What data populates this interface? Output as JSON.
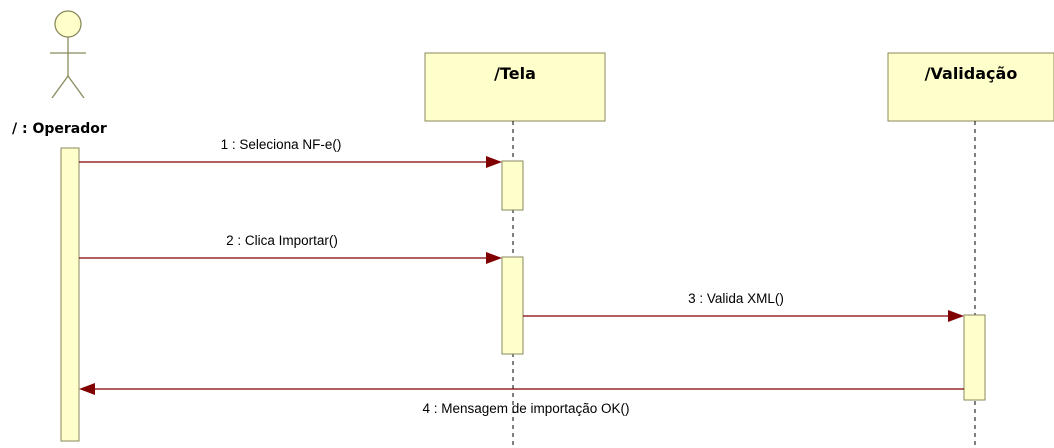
{
  "diagram": {
    "type": "uml-sequence",
    "colors": {
      "box_fill": "#FFFFCC",
      "box_stroke": "#8A8A5C",
      "message_line": "#800000",
      "lifeline": "#000000"
    },
    "actor": {
      "label": "/ : Operador"
    },
    "participants": [
      {
        "id": "tela",
        "title": "/Tela"
      },
      {
        "id": "validacao",
        "title": "/Validação"
      }
    ],
    "messages": [
      {
        "label": "1 : Seleciona NF-e()",
        "from": "actor",
        "to": "tela"
      },
      {
        "label": "2 : Clica Importar()",
        "from": "actor",
        "to": "tela"
      },
      {
        "label": "3 : Valida XML()",
        "from": "tela",
        "to": "validacao"
      },
      {
        "label": "4 : Mensagem de importação OK()",
        "from": "validacao",
        "to": "actor"
      }
    ]
  }
}
